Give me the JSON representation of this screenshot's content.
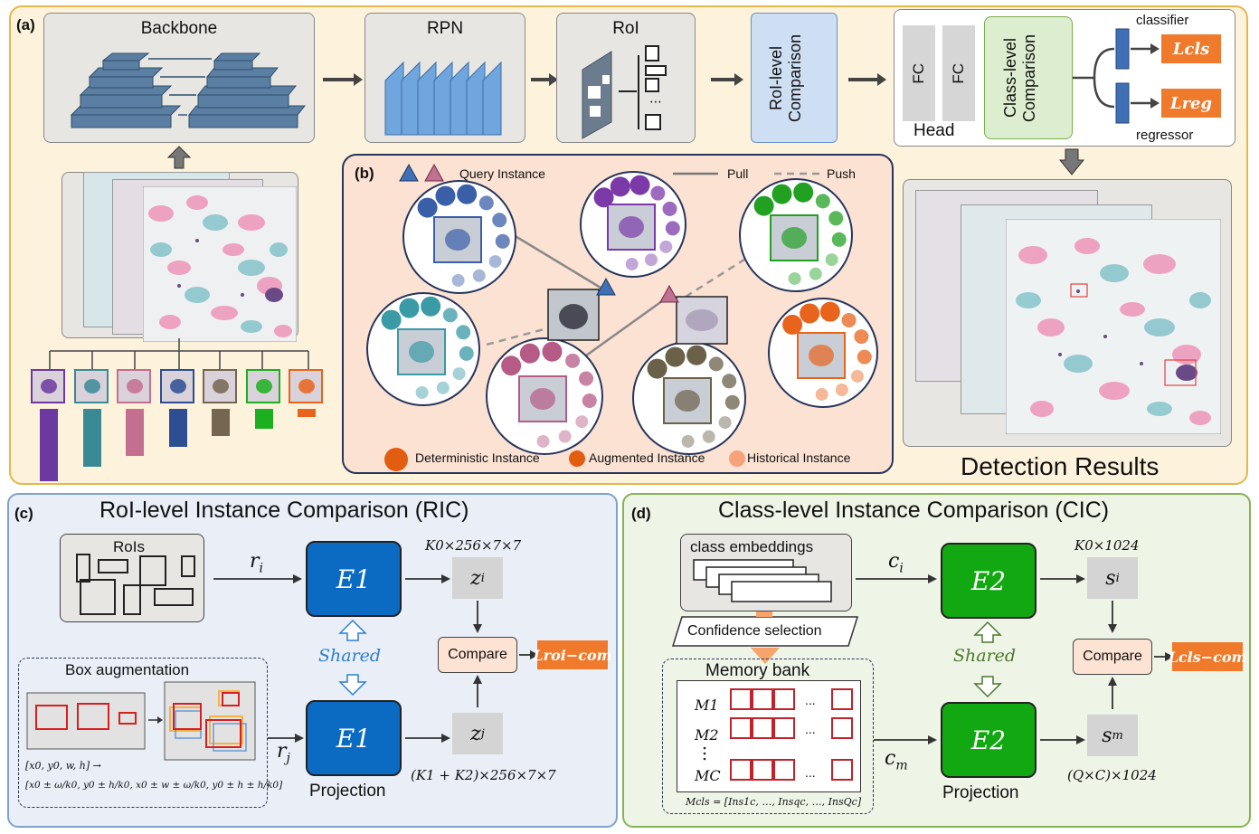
{
  "panel_a": {
    "label": "(a)",
    "backbone": "Backbone",
    "rpn": "RPN",
    "roi": "RoI",
    "roi_comparison": "RoI-level Comparison",
    "fc1": "FC",
    "fc2": "FC",
    "head": "Head",
    "class_comparison": "Class-level Comparison",
    "classifier": "classifier",
    "regressor": "regressor",
    "l_cls": "Lcls",
    "l_reg": "Lreg",
    "detection_results": "Detection Results",
    "class_bars": [
      {
        "color": "#6b3aa0",
        "value": 80
      },
      {
        "color": "#3a8a96",
        "value": 64
      },
      {
        "color": "#c46e90",
        "value": 52
      },
      {
        "color": "#2d4e93",
        "value": 42
      },
      {
        "color": "#746650",
        "value": 30
      },
      {
        "color": "#1cb020",
        "value": 22
      },
      {
        "color": "#e8641c",
        "value": 9
      }
    ]
  },
  "panel_b": {
    "label": "(b)",
    "query_instance": "Query Instance",
    "pull": "Pull",
    "push": "Push",
    "deterministic": "Deterministic Instance",
    "augmented": "Augmented Instance",
    "historical": "Historical Instance",
    "circle_colors": [
      "#3a5fa8",
      "#7b3aa8",
      "#22a022",
      "#3a9aa5",
      "#b65a86",
      "#6b6048",
      "#e8641c"
    ]
  },
  "panel_c": {
    "label": "(c)",
    "title": "RoI-level Instance Comparison (RIC)",
    "rois": "RoIs",
    "r_i": "r",
    "r_i_sub": "i",
    "r_j": "r",
    "r_j_sub": "j",
    "e1_top": "E1",
    "e1_bottom": "E1",
    "shared": "Shared",
    "z_i": "z",
    "z_i_sub": "i",
    "z_j": "z",
    "z_j_sub": "j",
    "dim_top": "K0×256×7×7",
    "dim_bottom": "(K1 + K2)×256×7×7",
    "compare": "Compare",
    "loss": "Lroi−com",
    "box_aug": "Box augmentation",
    "projection": "Projection",
    "formula1": "[x0, y0, w, h] →",
    "formula2": "[x0 ± ω/k0, y0 ± h/k0, x0 ± w ± ω/k0, y0 ± h ± h/k0]"
  },
  "panel_d": {
    "label": "(d)",
    "title": "Class-level Instance Comparison (CIC)",
    "class_embeddings": "class embeddings",
    "confidence_selection": "Confidence selection",
    "memory_bank": "Memory bank",
    "m1": "M1",
    "m2": "M2",
    "mc": "MC",
    "dots": "...",
    "c_i": "c",
    "c_i_sub": "i",
    "c_m": "c",
    "c_m_sub": "m",
    "e2_top": "E2",
    "e2_bottom": "E2",
    "shared": "Shared",
    "s_i": "s",
    "s_i_sub": "i",
    "s_m": "s",
    "s_m_sub": "m",
    "dim_top": "K0×1024",
    "dim_bottom": "(Q×C)×1024",
    "compare": "Compare",
    "loss": "Lcls−com",
    "projection": "Projection",
    "mcls_formula": "Mcls = [Ins1c, …, Insqc, …, InsQc]"
  }
}
